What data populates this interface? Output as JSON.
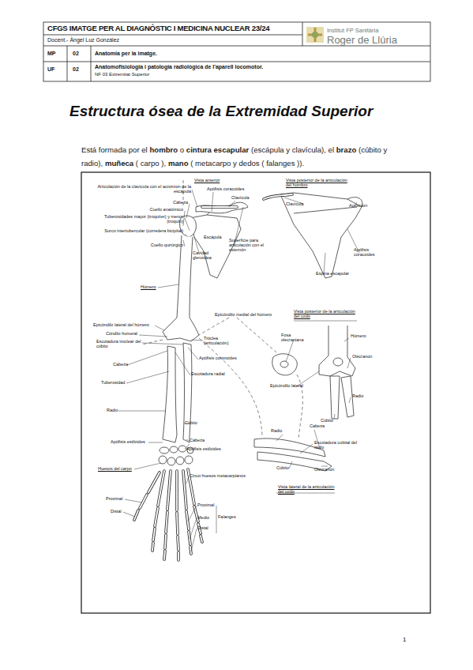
{
  "diagram": {
    "title": "Estructura ósea de la Extremidad Superior",
    "labels": [
      "CFGS IMATGE PER AL DIAGNÒSTIC I MEDICINA NUCLEAR 23/24",
      "Docent.- Àngel Luz González",
      "Institut FP Sanitària",
      "Roger de Llúria",
      "MP",
      "02",
      "Anatomia per la imatge.",
      "UF",
      "02",
      "Anatomofisiologia i patologia radiològica de l'aparell locomotor.",
      "NF 03 Extremitat Superior",
      "Está formada por el",
      "hombro",
      "o",
      "cintura escapular",
      "(escápula y clavícula), el",
      "brazo",
      "(cúbito y radio),",
      "muñeca",
      "( carpo ),",
      "mano",
      "( metacarpo y dedos ( falanges )).",
      "Vista anterior",
      "Articulación de la clavícula con el acromion de la escápula",
      "Cabeza",
      "Cuello anatómico",
      "Tuberosidades mayor (troquíter) y menor (troquín)",
      "Surco intertubercular (corredera bicipital)",
      "Cuello quirúrgico",
      "Apófisis coracoides",
      "Clavícula",
      "Escápula",
      "Cavidad glenoidea",
      "Superficie para articulación con el esternón",
      "Vista posterior de la articulación del hombro",
      "Clavícula",
      "Acromion",
      "Apófisis coracoides",
      "Espina escapular",
      "Húmero",
      "Epicóndilo lateral del húmero",
      "Cóndilo humeral",
      "Escotadura troclear del cúbito",
      "Cabeza",
      "Tuberosidad",
      "Radio",
      "Epicóndilo medial del húmero",
      "Tróclea (articulación)",
      "Apófisis coronoides",
      "Escotadura radial",
      "Cúbito",
      "Cabeza",
      "Apófisis estiloides",
      "Apófisis estiloides",
      "Huesos del carpo",
      "Cinco huesos metacarpianos",
      "Proximal",
      "Distal",
      "Proximal",
      "Medio",
      "Distal",
      "Falanges",
      "Vista posterior de la articulación del codo",
      "Fosa olecraniana",
      "Húmero",
      "Olécranon",
      "Epicóndilo lateral",
      "Radio",
      "Cúbito",
      "Radio",
      "Cabeza",
      "Escotadura cubital del radio",
      "Cúbito",
      "Olécranon",
      "Vista lateral de la articulación del codo",
      "1"
    ]
  }
}
